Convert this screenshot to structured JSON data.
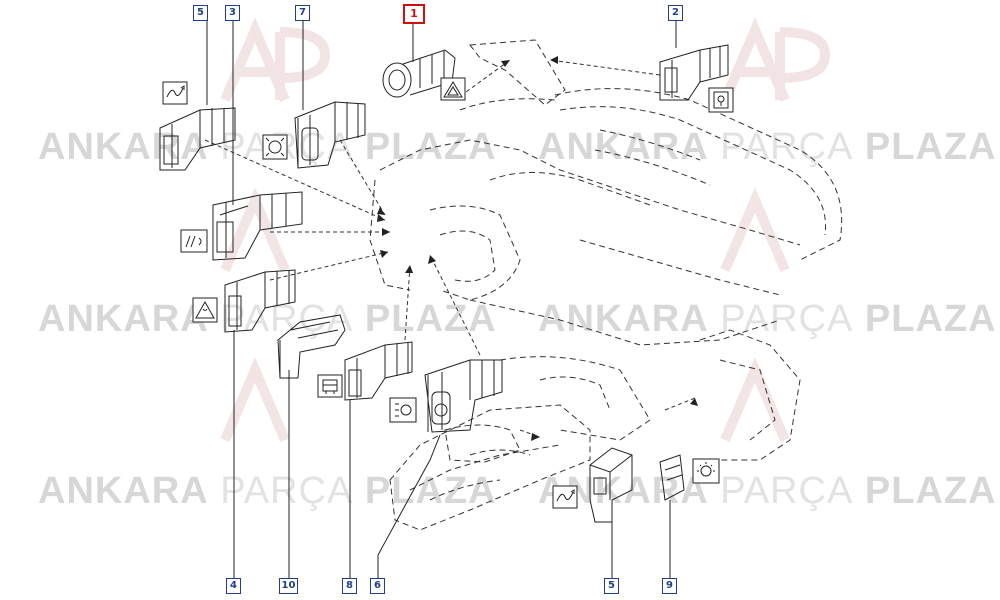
{
  "watermark": {
    "brand_bold_1": "ANKARA",
    "brand_light": "PARÇA",
    "brand_bold_2": "PLAZA"
  },
  "callouts": [
    {
      "id": "c1",
      "label": "1",
      "highlighted": true
    },
    {
      "id": "c2",
      "label": "2"
    },
    {
      "id": "c3",
      "label": "3"
    },
    {
      "id": "c4",
      "label": "4"
    },
    {
      "id": "c5-top",
      "label": "5"
    },
    {
      "id": "c5-bottom",
      "label": "5"
    },
    {
      "id": "c6",
      "label": "6"
    },
    {
      "id": "c7",
      "label": "7"
    },
    {
      "id": "c8",
      "label": "8"
    },
    {
      "id": "c9",
      "label": "9"
    },
    {
      "id": "c10",
      "label": "10"
    }
  ],
  "symbols": [
    {
      "name": "hazard-warning-icon"
    },
    {
      "name": "child-lock-icon"
    },
    {
      "name": "cruise-control-icon"
    },
    {
      "name": "speed-limiter-icon"
    },
    {
      "name": "parking-sensor-icon"
    },
    {
      "name": "esp-off-icon"
    },
    {
      "name": "heated-seat-icon"
    },
    {
      "name": "headlight-level-icon"
    },
    {
      "name": "interior-light-icon"
    }
  ],
  "colors": {
    "callout_border": "#1f3f8a",
    "highlight_border": "#d01010",
    "watermark": "#d7d7d7",
    "line": "#222222"
  }
}
